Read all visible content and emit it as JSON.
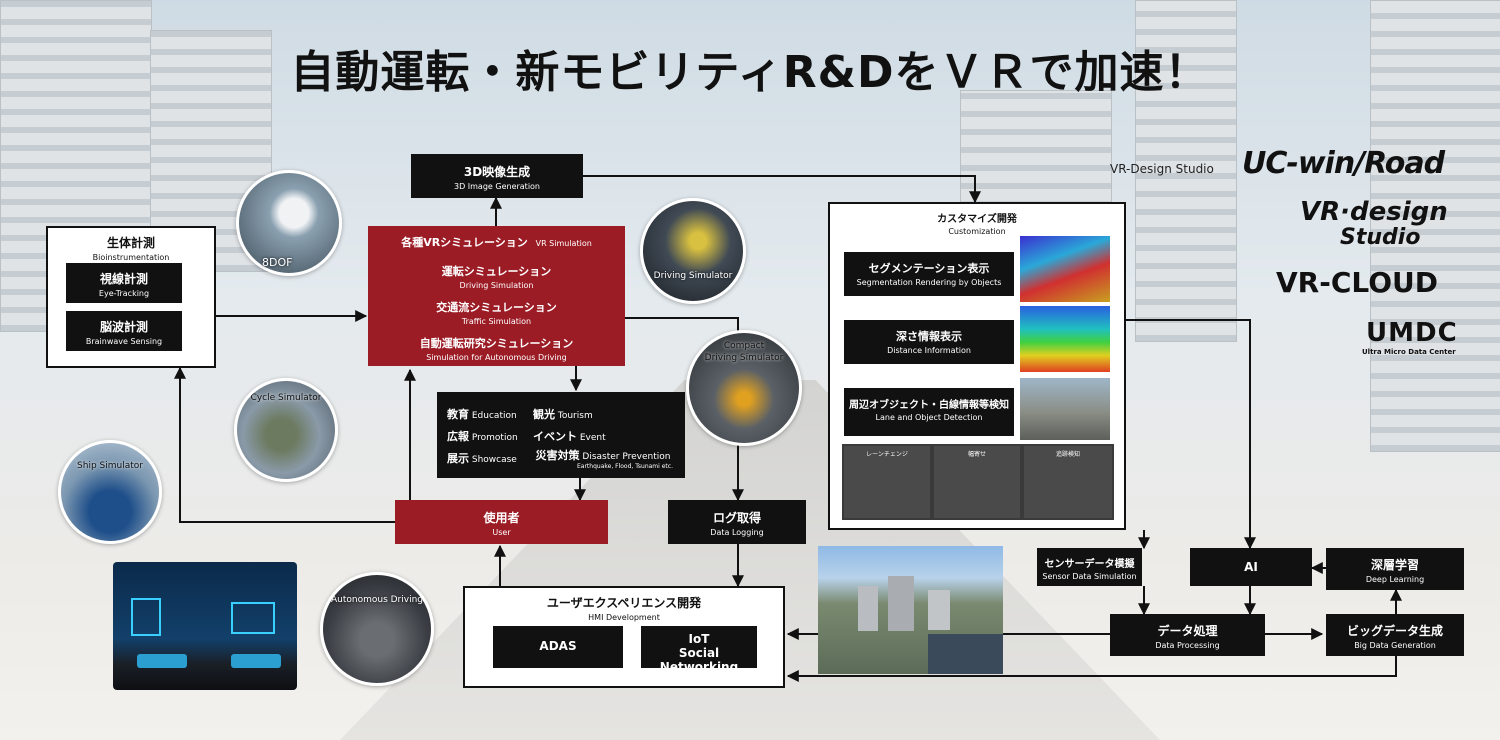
{
  "title": "自動運転・新モビリティR&DをＶＲで加速！",
  "image_3d": {
    "jp": "3D映像生成",
    "en": "3D Image Generation"
  },
  "bio": {
    "jp": "生体計測",
    "en": "Bioinstrumentation",
    "items": [
      {
        "jp": "視線計測",
        "en": "Eye-Tracking"
      },
      {
        "jp": "脳波計測",
        "en": "Brainwave Sensing"
      }
    ]
  },
  "vrsim": {
    "head_jp": "各種VRシミュレーション",
    "head_en": "VR Simulation",
    "items": [
      {
        "jp": "運転シミュレーション",
        "en": "Driving Simulation"
      },
      {
        "jp": "交通流シミュレーション",
        "en": "Traffic Simulation"
      },
      {
        "jp": "自動運転研究シミュレーション",
        "en": "Simulation for Autonomous Driving"
      }
    ]
  },
  "uses": {
    "edu_jp": "教育",
    "edu_en": "Education",
    "tour_jp": "観光",
    "tour_en": "Tourism",
    "promo_jp": "広報",
    "promo_en": "Promotion",
    "event_jp": "イベント",
    "event_en": "Event",
    "show_jp": "展示",
    "show_en": "Showcase",
    "dis_jp": "災害対策",
    "dis_en": "Disaster Prevention",
    "dis_sub": "Earthquake, Flood, Tsunami etc."
  },
  "user": {
    "jp": "使用者",
    "en": "User"
  },
  "log": {
    "jp": "ログ取得",
    "en": "Data Logging"
  },
  "hmi": {
    "jp": "ユーザエクスペリエンス開発",
    "en": "HMI Development",
    "adas": "ADAS",
    "iot1": "IoT",
    "iot2": "Social Networking"
  },
  "custom": {
    "jp": "カスタマイズ開発",
    "en": "Customization",
    "items": [
      {
        "jp": "セグメンテーション表示",
        "en": "Segmentation Rendering by Objects"
      },
      {
        "jp": "深さ情報表示",
        "en": "Distance Information"
      },
      {
        "jp": "周辺オブジェクト・白線情報等検知",
        "en": "Lane and Object Detection"
      }
    ],
    "lanes": [
      "レーンチェンジ",
      "幅寄せ",
      "追跡検知"
    ]
  },
  "sensor": {
    "jp": "センサーデータ模擬",
    "en": "Sensor Data Simulation"
  },
  "ai": "AI",
  "deep": {
    "jp": "深層学習",
    "en": "Deep Learning"
  },
  "proc": {
    "jp": "データ処理",
    "en": "Data Processing"
  },
  "big": {
    "jp": "ビッグデータ生成",
    "en": "Big Data Generation"
  },
  "circles": {
    "dof": "8DOF",
    "drive": "Driving Simulator",
    "compact1": "Compact",
    "compact2": "Driving Simulator",
    "cycle": "Cycle Simulator",
    "ship": "Ship Simulator",
    "auto": "Autonomous Driving"
  },
  "logos": {
    "studio_label": "VR-Design Studio",
    "ucwin": "UC-win/Road",
    "vrds1": "VR·design",
    "vrds2": "Studio",
    "vrcloud": "VR-CLOUD",
    "umdc": "UMDC",
    "umdc_sub": "Ultra Micro Data Center"
  }
}
